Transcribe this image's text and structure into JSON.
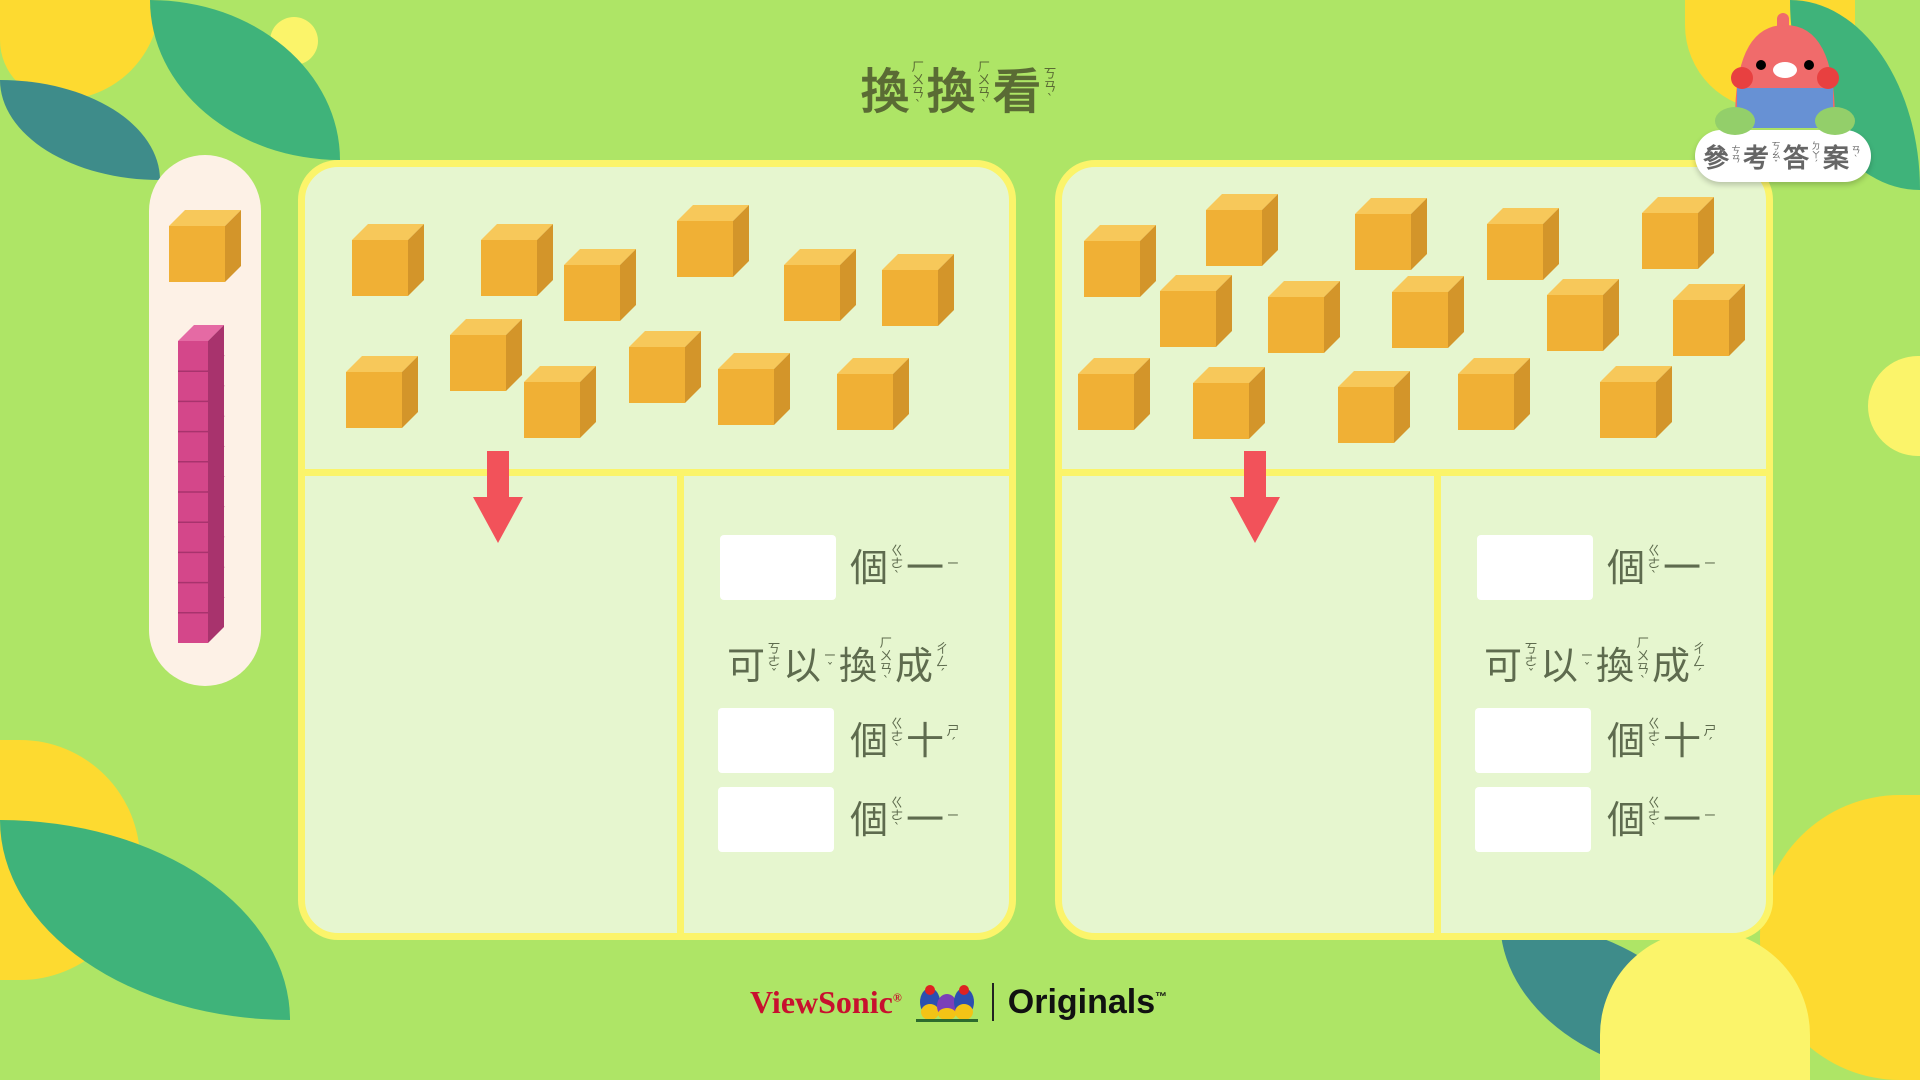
{
  "title": [
    {
      "c": "換",
      "z": "ㄏㄨㄢˋ"
    },
    {
      "c": "換",
      "z": "ㄏㄨㄢˋ"
    },
    {
      "c": "看",
      "z": "ㄎㄢˋ"
    }
  ],
  "answer_button": [
    {
      "c": "參",
      "z": "ㄘㄢ"
    },
    {
      "c": "考",
      "z": "ㄎㄠˇ"
    },
    {
      "c": "答",
      "z": "ㄉㄚˊ"
    },
    {
      "c": "案",
      "z": "ㄢˋ"
    }
  ],
  "labels": {
    "ones": [
      {
        "c": "個",
        "z": "ㄍㄜˋ"
      },
      {
        "c": "一",
        "z": "ㄧ"
      }
    ],
    "convert": [
      {
        "c": "可",
        "z": "ㄎㄜˇ"
      },
      {
        "c": "以",
        "z": "ㄧˇ"
      },
      {
        "c": "換",
        "z": "ㄏㄨㄢˋ"
      },
      {
        "c": "成",
        "z": "ㄔㄥˊ"
      }
    ],
    "tens": [
      {
        "c": "個",
        "z": "ㄍㄜˋ"
      },
      {
        "c": "十",
        "z": "ㄕˊ"
      }
    ]
  },
  "panels": [
    {
      "cube_count": 12,
      "inputs": [
        "",
        "",
        ""
      ]
    },
    {
      "cube_count": 15,
      "inputs": [
        "",
        "",
        ""
      ]
    }
  ],
  "colors": {
    "background": "#aee566",
    "panel": "#e6f6cf",
    "border": "#fbf46a",
    "cube": "#f0b035",
    "rod": "#d4478a",
    "arrow": "#f2525a"
  },
  "footer": {
    "brand": "ViewSonic",
    "registered": "®",
    "originals": "Originals",
    "tm": "™"
  }
}
